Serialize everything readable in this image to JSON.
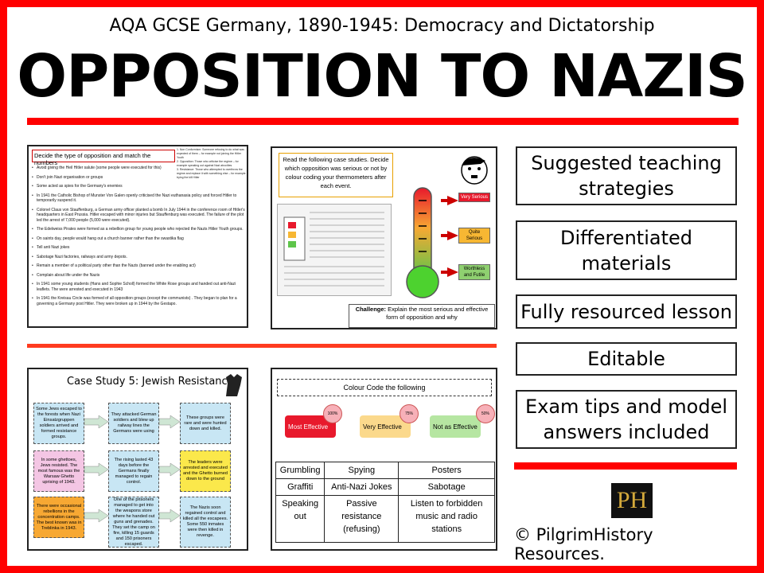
{
  "header": {
    "subtitle": "AQA GCSE Germany, 1890-1945: Democracy and Dictatorship",
    "title": "OPPOSITION TO NAZIS"
  },
  "thumb1": {
    "heading": "Decide the type of opposition and match the numbers",
    "key": [
      "1. Non Conformism: Someone refusing to do what was expected of them – for example not joining the Hitler Youth",
      "2. Opposition: Those who criticise the regime – for example speaking out against Nazi atrocities",
      "3. Resistance: Those who attempted to overthrow the regime and replace it with something else – for example trying the kill Hitler"
    ],
    "items": [
      "Avoid giving the Heil Hitler salute (some people were executed for this)",
      "Don't join Nazi organisation or groups",
      "Some acted as spies for the Germany's enemies",
      "In 1941 the Catholic Bishop of Munster Von Galen openly criticised the Nazi euthanasia policy and forced Hitler to temporarily suspend it.",
      "Colonel Claus von Stauffenburg, a German army officer planted a bomb In July 1944 in the conference room of Hitler's headquarters in East Prussia. Hitler escaped with minor injuries but Stauffenburg was executed. The failure of the plot led the arrest of 7,000 people (5,000 were executed).",
      "The Edelweiss Pirates were formed as a rebellion group for young people who rejected the Nazis Hitler Youth groups.",
      "On saints day, people would hang out a church banner rather than the swastika flag",
      "Tell anti Nazi jokes",
      "Sabotage Nazi factories, railways and army depots.",
      "Remain a member of a political party other than the Nazis (banned under the enabling act)",
      "Complain about life under the Nazis",
      "In 1941 some young students (Hans and Sophie Scholl) formed the White Rose groups and handed out anti-Nazi leaflets. The were arrested and executed in 1943",
      "In 1941 the Kreisau Circle was formed of all opposition groups (except the communists) . They began to plan for a governing a Germany post Hitler. They were broken up in 1944 by the Gestapo."
    ]
  },
  "thumb2": {
    "instructions": "Read the following case studies. Decide which opposition was serious or not by colour coding your thermometers after each event.",
    "labels": {
      "very": "Very Serious",
      "quite": "Quite Serious",
      "worthless": "Worthless and Futile"
    },
    "challenge_bold": "Challenge:",
    "challenge_text": " Explain the most serious and effective form of opposition and why"
  },
  "thumb3": {
    "title": "Case Study 5: Jewish Resistance",
    "cells": [
      "Some Jews escaped to the forests when Nazi Einsatzgruppen soldiers arrived and formed resistance groups.",
      "They attacked German soldiers and blew up railway lines the Germans were using",
      "These groups were rare and were hunted down and killed.",
      "In some ghettoes, Jews resisted. The most famous was the Warsaw Ghetto uprising of 1943.",
      "The rising lasted 43 days before the Germans finally managed to regain control.",
      "The leaders were arrested and executed and the Ghetto burned down to the ground",
      "There were occasional rebellions in the concentration camps. The best known was in Treblinka in 1943.",
      "One of the prisoners managed to get into the weapons store where he handed out guns and grenades. They set the camp on fire, killing 15 guards and 150 prisoners escaped.",
      "The Nazis soon regained control and killed all the escapees. Some 550 inmates were then killed in revenge."
    ],
    "colors": [
      "#c8e6f4",
      "#c8e6f4",
      "#c8e6f4",
      "#f4c6e4",
      "#c8e6f4",
      "#fbe84b",
      "#f7a833",
      "#c8e6f4",
      "#c8e6f4"
    ]
  },
  "thumb4": {
    "title": "Colour Code the following",
    "pills": [
      {
        "label": "Most Effective",
        "pct": "100%",
        "color": "#e8192c",
        "text": "#ffffff"
      },
      {
        "label": "Very Effective",
        "pct": "75%",
        "color": "#fbd98c",
        "text": "#000000"
      },
      {
        "label": "Not as  Effective",
        "pct": "50%",
        "color": "#b6e6a2",
        "text": "#000000"
      }
    ],
    "grid": [
      [
        "Grumbling",
        "Spying",
        "Posters"
      ],
      [
        "Graffiti",
        "Anti-Nazi Jokes",
        "Sabotage"
      ],
      [
        "Speaking out",
        "Passive resistance (refusing)",
        "Listen to forbidden music and radio stations"
      ]
    ]
  },
  "features": [
    "Suggested teaching strategies",
    "Differentiated materials",
    "Fully resourced lesson",
    "Editable",
    "Exam tips and model answers included"
  ],
  "logo": "PH",
  "copyright": "© PilgrimHistory Resources.",
  "colors": {
    "accent": "#ff0000"
  }
}
